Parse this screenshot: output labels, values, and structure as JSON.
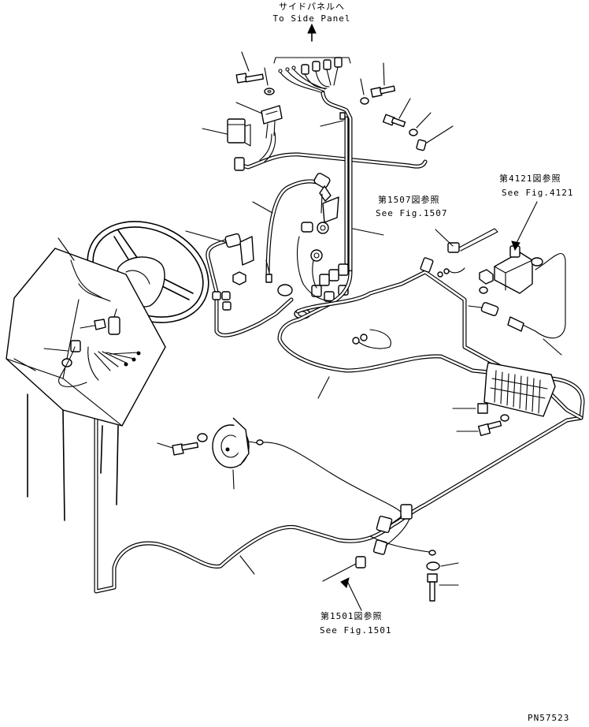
{
  "callouts": {
    "side_panel_jp": "サイドパネルへ",
    "side_panel_en": "To Side Panel",
    "fig4121_jp": "第4121図参照",
    "fig4121_en": "See Fig.4121",
    "fig1507_jp": "第1507図参照",
    "fig1507_en": "See Fig.1507",
    "fig1501_jp": "第1501図参照",
    "fig1501_en": "See Fig.1501"
  },
  "drawing_number": "PN57523"
}
